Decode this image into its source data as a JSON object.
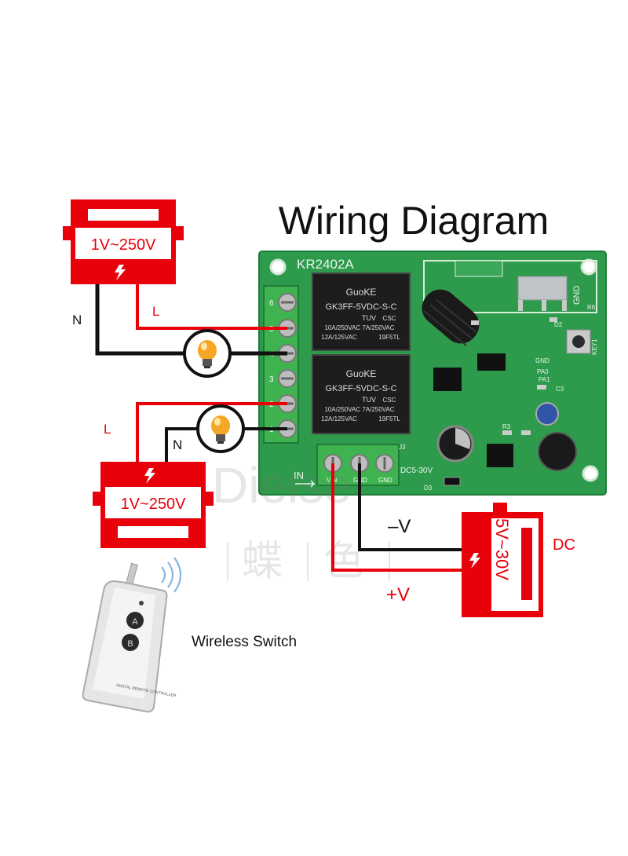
{
  "title": "Wiring Diagram",
  "board": {
    "model": "KR2402A",
    "relay_brand": "GuoKE",
    "relay_model": "GK3FF-5VDC-S-C",
    "relay_rating_1": "10A/250VAC 7A/250VAC",
    "relay_rating_2": "12A/125VAC",
    "relay_code": "19F5TL",
    "relay_mark": "TUV",
    "relay_mark2": "CSC",
    "terminal_numbers": [
      "6",
      "5",
      "4",
      "3",
      "2",
      "1"
    ],
    "pin_labels": [
      "VIN",
      "GND",
      "GND"
    ],
    "power_label": "DC5-30V",
    "in_label": "IN",
    "j3_label": "J3",
    "gnd_label": "GND",
    "key_label": "KEY1",
    "silk_labels": [
      "R6",
      "D2",
      "C3",
      "PA1",
      "R3",
      "GND",
      "PA0",
      "D3"
    ]
  },
  "ac_source_top": {
    "voltage": "1V~250V"
  },
  "ac_source_bottom": {
    "voltage": "1V~250V"
  },
  "wire_labels": {
    "n_top": "N",
    "l_top": "L",
    "l_bottom": "L",
    "n_bottom": "N",
    "minus_v": "–V",
    "plus_v": "+V"
  },
  "dc_source": {
    "label": "DC",
    "voltage": "5V~30V"
  },
  "remote": {
    "caption": "Wireless Switch",
    "button_a": "A",
    "button_b": "B",
    "brand_text": "DIGITAL REMOTE CONTROLLER"
  },
  "watermark": {
    "latin": "Dieise",
    "chinese_1": "蝶",
    "chinese_2": "色"
  },
  "colors": {
    "red": "#e8000a",
    "black": "#111111",
    "board_green": "#2e9a4c",
    "terminal_green": "#3fb34f",
    "bulb": "#f5a623"
  }
}
